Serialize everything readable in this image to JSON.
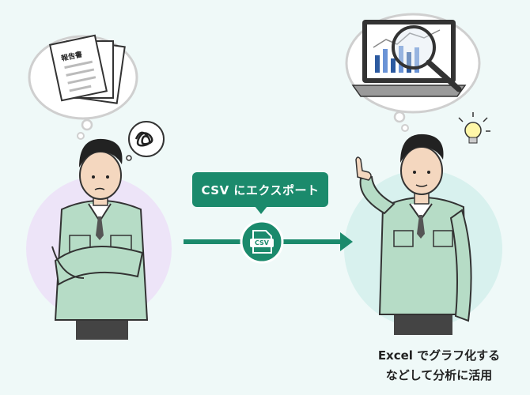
{
  "left_panel": {
    "report_doc_title": "報告書"
  },
  "arrow": {
    "callout_text": "CSV にエクスポート",
    "file_icon_label": "CSV"
  },
  "right_panel": {
    "caption_line1": "Excel でグラフ化する",
    "caption_line2": "などして分析に活用"
  },
  "colors": {
    "background": "#eff9f8",
    "left_circle": "#ede4f8",
    "right_circle": "#d8f1ee",
    "accent_green": "#1b8a6c",
    "uniform": "#b6dcc6",
    "pants": "#444444"
  }
}
